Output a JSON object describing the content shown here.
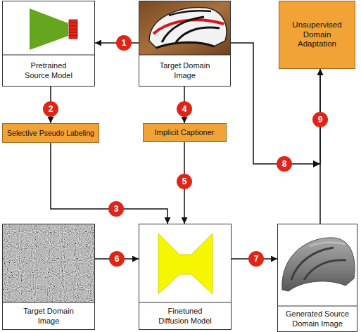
{
  "diagram": {
    "nodes": [
      {
        "text": [
          "Pretrained Source Model"
        ]
      },
      {
        "text": [
          "Target Domain Image"
        ]
      },
      {
        "text": [
          "Unsupervised Domain Adaptation"
        ]
      },
      {
        "text": [
          "Selective Pseudo Labeling"
        ]
      },
      {
        "text": [
          "Implicit Captioner"
        ]
      },
      {
        "text": [
          "Target Domain Image"
        ]
      },
      {
        "text": [
          "Finetuned Diffusion Model"
        ]
      },
      {
        "text": [
          "Generated Source Domain Image"
        ]
      }
    ],
    "edges": [
      {
        "from": 1,
        "to": 0,
        "arrow": "to",
        "label": "1"
      },
      {
        "from": 0,
        "to": 3,
        "arrow": "to",
        "label": "2"
      },
      {
        "from": 3,
        "to": 6,
        "arrow": "to",
        "label": "3"
      },
      {
        "from": 1,
        "to": 4,
        "arrow": "to",
        "label": "4"
      },
      {
        "from": 4,
        "to": 6,
        "arrow": "to",
        "label": "5"
      },
      {
        "from": 5,
        "to": 6,
        "arrow": "to",
        "label": "6"
      },
      {
        "from": 6,
        "to": 7,
        "arrow": "to",
        "label": "7"
      },
      {
        "from": 1,
        "to": 2,
        "arrow": "to",
        "label": "8"
      },
      {
        "from": 7,
        "to": 2,
        "arrow": "to",
        "label": "9"
      }
    ]
  }
}
